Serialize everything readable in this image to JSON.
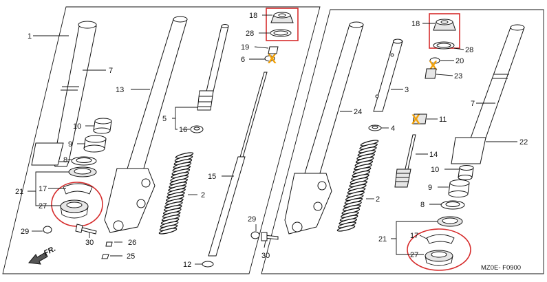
{
  "diagram": {
    "code": "MZ0E- F0900",
    "direction": "FR.",
    "cross_mark": "X",
    "colors": {
      "ink": "#111111",
      "highlight": "#d62c2c",
      "cross": "#f2a20a",
      "bg": "#ffffff"
    },
    "left_labels": {
      "p1": "1",
      "p7": "7",
      "p13": "13",
      "p10": "10",
      "p9": "9",
      "p8": "8",
      "p21": "21",
      "p17": "17",
      "p27": "27",
      "p29": "29",
      "p30": "30",
      "p26": "26",
      "p25": "25",
      "p5": "5",
      "p16": "16",
      "p2": "2",
      "p15": "15",
      "p12": "12",
      "p18": "18",
      "p28": "28",
      "p19": "19",
      "p6": "6"
    },
    "right_labels": {
      "p18": "18",
      "p28": "28",
      "p20": "20",
      "p23": "23",
      "p3": "3",
      "p24": "24",
      "p4": "4",
      "p11": "11",
      "p7": "7",
      "p14": "14",
      "p22": "22",
      "p10": "10",
      "p9": "9",
      "p8": "8",
      "p2": "2",
      "p29": "29",
      "p30": "30",
      "p21": "21",
      "p17": "17",
      "p27": "27"
    }
  }
}
